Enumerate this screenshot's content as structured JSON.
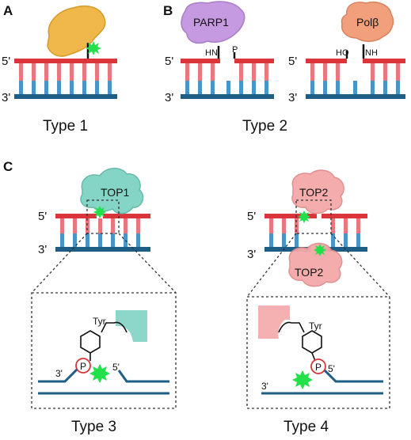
{
  "panels": {
    "a": {
      "letter": "A",
      "type_label": "Type 1"
    },
    "b": {
      "letter": "B",
      "type_label": "Type 2",
      "left": {
        "protein": "PARP1",
        "group1": "HN",
        "group2": "P"
      },
      "right": {
        "protein": "Polβ",
        "group1": "HO",
        "group2": "NH"
      }
    },
    "c": {
      "letter": "C",
      "type3": {
        "protein": "TOP1",
        "type_label": "Type 3",
        "tyr": "Tyr",
        "phosphate": "P"
      },
      "type4": {
        "protein_top": "TOP2",
        "protein_bottom": "TOP2",
        "type_label": "Type 4",
        "tyr": "Tyr",
        "phosphate": "P"
      }
    }
  },
  "ends": {
    "five": "5'",
    "three": "3'"
  },
  "colors": {
    "top_strand": "#d9353b",
    "bottom_strand": "#1d5d86",
    "rung_red": "#e8787c",
    "rung_blue": "#4b95c4",
    "lesion": "#22e04a",
    "adduct_orange": "#f0b84a",
    "parp_purple": "#c69ae0",
    "pol_salmon": "#f2a07c",
    "top1_teal": "#7fd3c3",
    "top2_pink": "#f4a9a8"
  }
}
